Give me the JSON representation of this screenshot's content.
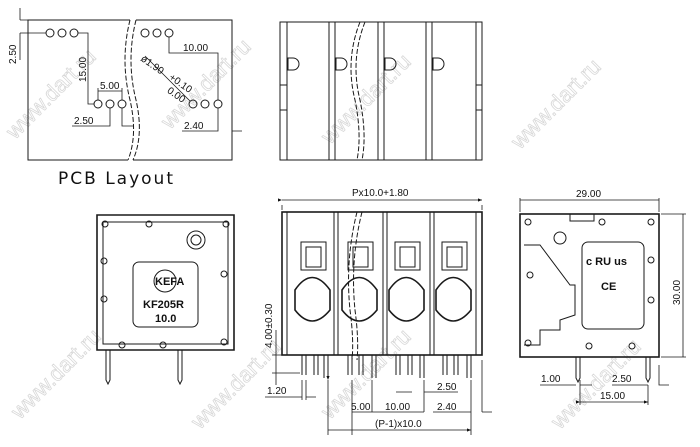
{
  "watermark": "www.dart.ru",
  "pcb_layout": {
    "title": "PCB Layout",
    "dims": {
      "d1": "2.50",
      "d2": "15.00",
      "d3": "5.00",
      "d4": "2.50",
      "d5": "10.00",
      "d6": "2.40"
    },
    "hole_diameter": "ø1.90",
    "tol_plus": "+0.10",
    "tol_minus": "0.00"
  },
  "front_view": {
    "brand": "KEFA",
    "model": "KF205R",
    "pitch": "10.0"
  },
  "side_view": {
    "dims": {
      "width": "Px10.0+1.80",
      "height": "4.00±0.30",
      "pin": "1.20",
      "d1": "2.50",
      "d2": "5.00",
      "d3": "10.00",
      "d4": "2.40",
      "span": "(P-1)x10.0"
    }
  },
  "end_view": {
    "dims": {
      "width": "29.00",
      "height": "30.00",
      "pin": "1.00",
      "d1": "2.50",
      "d2": "15.00"
    },
    "cert_ul": "c RU us",
    "cert_ce": "CE"
  }
}
